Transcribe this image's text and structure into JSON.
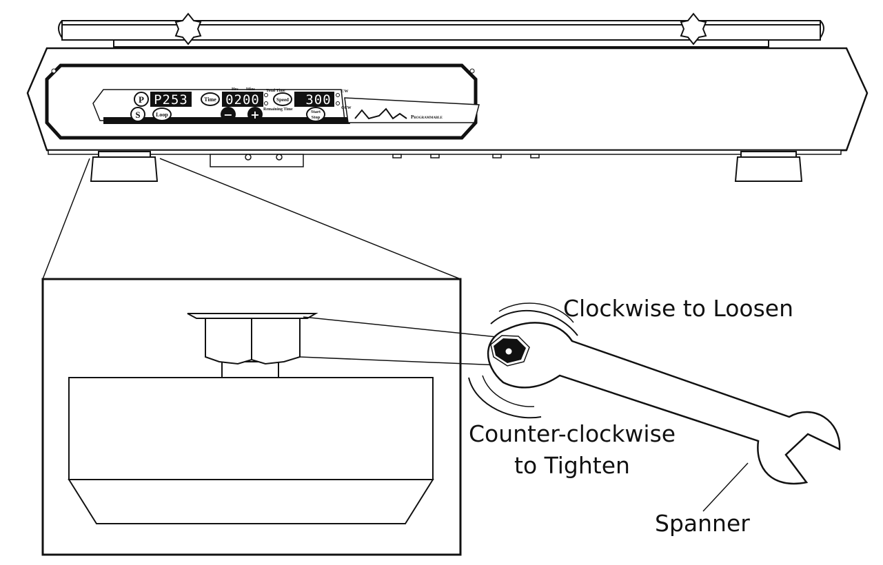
{
  "panel": {
    "program_display": "P253",
    "time_display": "0200",
    "speed_display": "300",
    "buttons": {
      "p": "P",
      "s": "S",
      "loop": "Loop",
      "time": "Time",
      "speed": "Speed",
      "start": "Start",
      "stop": "Stop",
      "minus": "−",
      "plus": "+"
    },
    "indicator_labels": {
      "hrs": "Hrs",
      "mins": "Mins",
      "total_time": "Total Time",
      "remaining_time": "Remaining Time",
      "top_right": "CW",
      "bottom_right": "CCW"
    },
    "brand": "Programmable"
  },
  "callouts": {
    "loosen": "Clockwise to Loosen",
    "tighten_line1": "Counter-clockwise",
    "tighten_line2": "to Tighten",
    "spanner": "Spanner"
  },
  "colors": {
    "line": "#111111",
    "display_bg": "#111111",
    "display_text": "#ffffff",
    "band": "#111111"
  }
}
